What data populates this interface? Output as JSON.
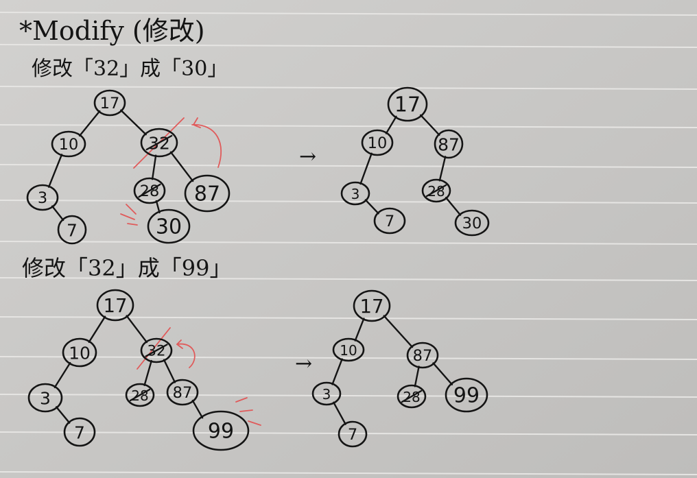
{
  "title": "*Modify (修改)",
  "section1_heading": "修改「32」成「30」",
  "section2_heading": "修改「32」成「99」",
  "arrow_glyph": "→",
  "trees": {
    "s1_before": {
      "nodes": [
        {
          "id": "n17",
          "label": "17"
        },
        {
          "id": "n10",
          "label": "10"
        },
        {
          "id": "n32",
          "label": "32",
          "crossed": true
        },
        {
          "id": "n3",
          "label": "3"
        },
        {
          "id": "n28",
          "label": "28",
          "crossed": true
        },
        {
          "id": "n87",
          "label": "87"
        },
        {
          "id": "n7",
          "label": "7"
        },
        {
          "id": "n30",
          "label": "30"
        }
      ],
      "edges": [
        [
          "n17",
          "n10"
        ],
        [
          "n17",
          "n32"
        ],
        [
          "n10",
          "n3"
        ],
        [
          "n3",
          "n7"
        ],
        [
          "n32",
          "n28"
        ],
        [
          "n32",
          "n87"
        ],
        [
          "n28",
          "n30"
        ]
      ]
    },
    "s1_after": {
      "nodes": [
        {
          "id": "n17",
          "label": "17"
        },
        {
          "id": "n10",
          "label": "10"
        },
        {
          "id": "n87",
          "label": "87"
        },
        {
          "id": "n3",
          "label": "3"
        },
        {
          "id": "n28",
          "label": "28",
          "crossed": true
        },
        {
          "id": "n7",
          "label": "7"
        },
        {
          "id": "n30",
          "label": "30"
        }
      ],
      "edges": [
        [
          "n17",
          "n10"
        ],
        [
          "n17",
          "n87"
        ],
        [
          "n10",
          "n3"
        ],
        [
          "n3",
          "n7"
        ],
        [
          "n87",
          "n28"
        ],
        [
          "n28",
          "n30"
        ]
      ]
    },
    "s2_before": {
      "nodes": [
        {
          "id": "n17",
          "label": "17"
        },
        {
          "id": "n10",
          "label": "10"
        },
        {
          "id": "n32",
          "label": "32",
          "crossed": true
        },
        {
          "id": "n3",
          "label": "3"
        },
        {
          "id": "n28",
          "label": "28",
          "crossed": true
        },
        {
          "id": "n87",
          "label": "87"
        },
        {
          "id": "n7",
          "label": "7"
        },
        {
          "id": "n99",
          "label": "99"
        }
      ],
      "edges": [
        [
          "n17",
          "n10"
        ],
        [
          "n17",
          "n32"
        ],
        [
          "n10",
          "n3"
        ],
        [
          "n3",
          "n7"
        ],
        [
          "n32",
          "n28"
        ],
        [
          "n32",
          "n87"
        ],
        [
          "n87",
          "n99"
        ]
      ]
    },
    "s2_after": {
      "nodes": [
        {
          "id": "n17",
          "label": "17"
        },
        {
          "id": "n10",
          "label": "10"
        },
        {
          "id": "n87",
          "label": "87"
        },
        {
          "id": "n3",
          "label": "3"
        },
        {
          "id": "n28",
          "label": "28",
          "crossed": true
        },
        {
          "id": "n99",
          "label": "99"
        },
        {
          "id": "n7",
          "label": "7"
        }
      ],
      "edges": [
        [
          "n17",
          "n10"
        ],
        [
          "n17",
          "n87"
        ],
        [
          "n10",
          "n3"
        ],
        [
          "n3",
          "n7"
        ],
        [
          "n87",
          "n28"
        ],
        [
          "n87",
          "n99"
        ]
      ]
    }
  }
}
